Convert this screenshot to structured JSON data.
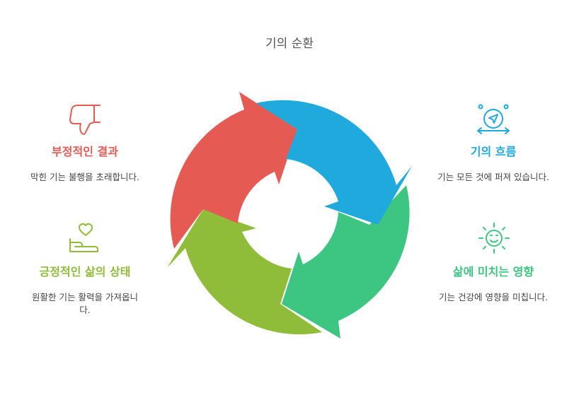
{
  "title": "기의 순환",
  "colors": {
    "red": "#e55a52",
    "blue": "#1fa9dd",
    "green": "#3dc681",
    "olive": "#8fbd3a"
  },
  "stages": [
    {
      "id": "negative",
      "heading": "부정적인 결과",
      "description": "막힌 기는 불행을 초래합니다.",
      "icon": "thumbs-down-icon",
      "color": "#e55a52"
    },
    {
      "id": "flow",
      "heading": "기의 흐름",
      "description": "기는 모든 것에 퍼져 있습니다.",
      "icon": "navigation-arrows-icon",
      "color": "#1fa9dd"
    },
    {
      "id": "health",
      "heading": "삶에 미치는 영향",
      "description": "기는 건강에 영향을 미칩니다.",
      "icon": "smiling-sun-icon",
      "color": "#3dc681"
    },
    {
      "id": "positive",
      "heading": "긍정적인 삶의 상태",
      "description": "원활한 기는 활력을 가져옵니다.",
      "icon": "heart-hand-icon",
      "color": "#8fbd3a"
    }
  ]
}
